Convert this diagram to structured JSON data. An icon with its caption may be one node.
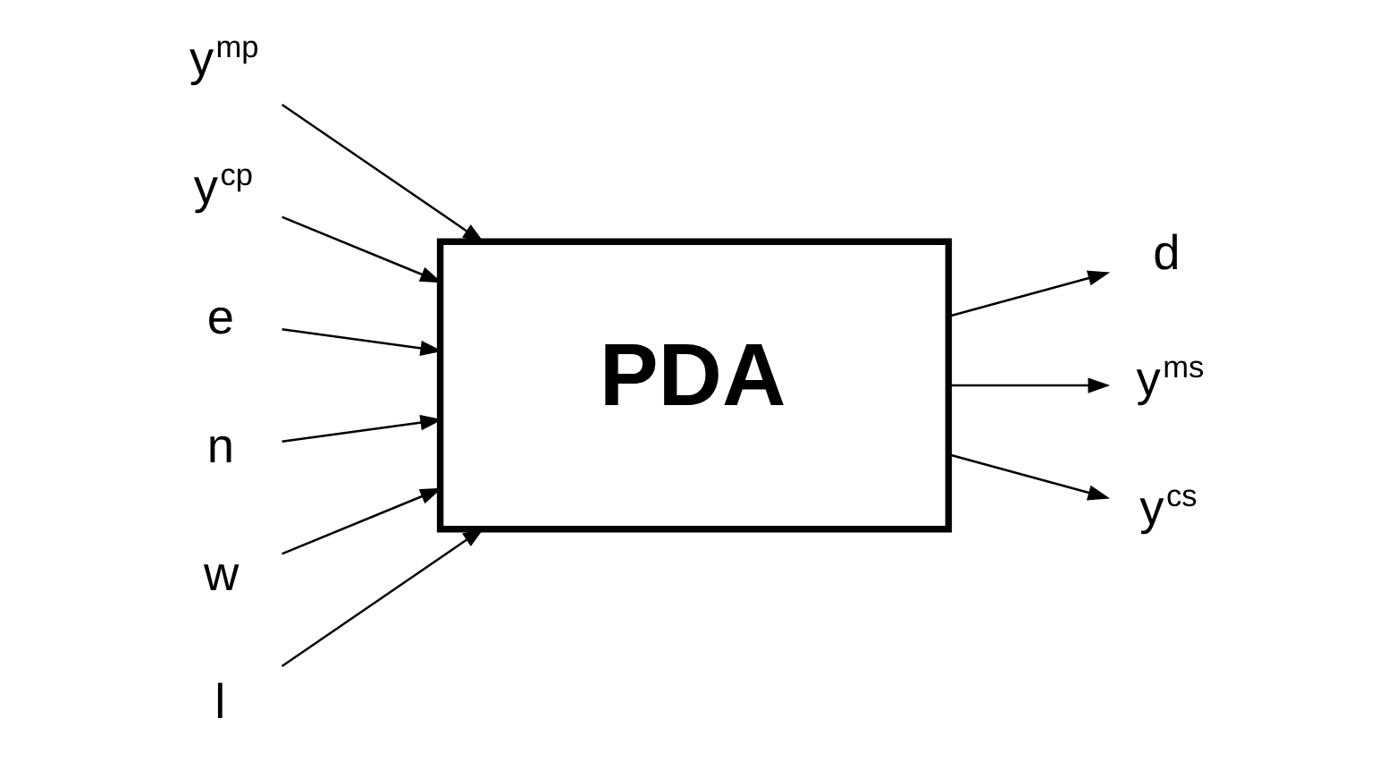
{
  "diagram": {
    "nodes": [
      {
        "text": [
          "PDA"
        ]
      },
      {
        "text": [
          "y$^{mp}$"
        ]
      },
      {
        "text": [
          "y$^{cp}$"
        ]
      },
      {
        "text": [
          "d"
        ]
      },
      {
        "text": [
          "y$^{ms}$"
        ]
      },
      {
        "text": [
          "y$^{cs}$"
        ]
      },
      {
        "text": [
          "e"
        ]
      },
      {
        "text": [
          "n"
        ]
      },
      {
        "text": [
          "w"
        ]
      },
      {
        "text": [
          "l"
        ]
      }
    ],
    "edges": [
      {
        "from": 1,
        "to": 0,
        "arrow": "to"
      },
      {
        "from": 2,
        "to": 0,
        "arrow": "to"
      },
      {
        "from": 0,
        "to": 3,
        "arrow": "to"
      },
      {
        "from": 0,
        "to": 4,
        "arrow": "to"
      },
      {
        "from": 0,
        "to": 5,
        "arrow": "to"
      },
      {
        "from": 6,
        "to": 0,
        "arrow": "to"
      },
      {
        "from": 7,
        "to": 0,
        "arrow": "to"
      },
      {
        "from": 8,
        "to": 0,
        "arrow": "to"
      },
      {
        "from": 9,
        "to": 0,
        "arrow": "to"
      }
    ]
  }
}
